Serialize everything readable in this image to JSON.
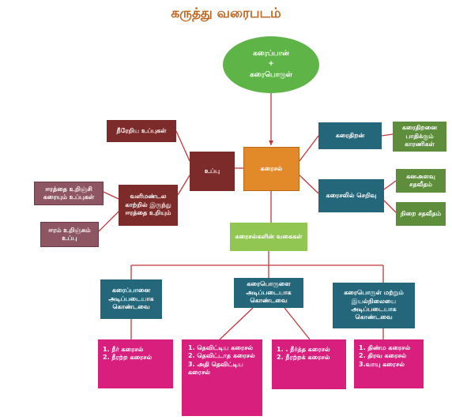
{
  "title": "கருத்து வரைபடம்",
  "colors": {
    "green": "#5fb448",
    "dark_red": "#7c2a2a",
    "orange": "#e28a2a",
    "teal": "#25677a",
    "olive_green": "#5e8e3b",
    "mauve": "#8e5563",
    "light_green": "#92c653",
    "magenta": "#d91f7d",
    "line_red": "#c2373a"
  },
  "nodes": {
    "solute_solvent": {
      "line1": "கரைப்பான்",
      "line2": "+",
      "line3": "கரைபொருள்"
    },
    "solution": "கரைசல்",
    "salt": "உப்பு",
    "mineral_salts": "நீரேறிய உப்புகள்",
    "air_absorbing": "வளிமண்டல காற்றில் இருந்து ஈரத்தை உறியும்",
    "moisture_dissolving": "ஈரத்தை உறிஞ்சி கரையும் உப்புகள்",
    "moisture_absorbing": "ஈரம் உறிஞ்சும் உப்பு",
    "solubility": "கரைதிறன்",
    "solubility_factors": "கரைதிறனை பாதிக்கும் காரணிகள்",
    "concentration": "கரைசலில் செறிவு",
    "volume_percent": "கனஅளவு சதவீதம்",
    "mass_percent": "நிறை சதவீதம்",
    "types": "கரைசல்களின் வகைகள்",
    "by_solvent": "கரைப்பானை அடிப்படையாக கொண்டவை",
    "by_solute": "கரைபொருளை அடிப்படையாக கொண்டவை",
    "by_physical_state": "கரைபொருள் மற்றும் இயல்நிலையை அடிப்படையாக கொண்டவை"
  },
  "lists": {
    "solvent_types": [
      "1.  நீர் கரைசல்",
      "2. நீரற்ற கரைசல்"
    ],
    "solute_types": [
      "1. தெவிட்டிய கரைசல்",
      "2. தெவிட்டாத கரைசல்",
      "3. அதி தெவிட்டிய கரைசல்"
    ],
    "water_types": [
      "1. . நீர்த்த கரைசல்",
      "2. நீரற்றக் கரைசல்"
    ],
    "state_types": [
      "1. திண்ம கரைசல்",
      "2. திரவ கரைசல்",
      "3.வாயு கரைசல்"
    ]
  }
}
